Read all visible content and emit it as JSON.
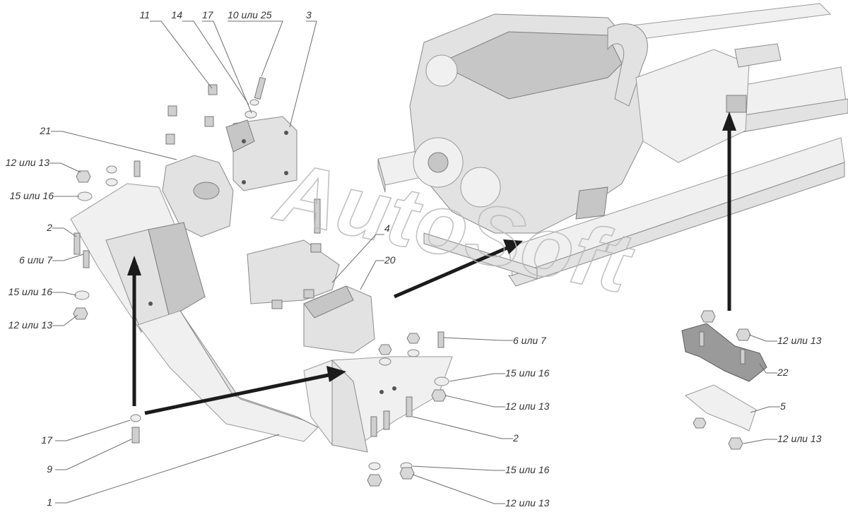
{
  "watermark": "AutoSoft",
  "callouts": [
    {
      "text": "11"
    },
    {
      "text": "14"
    },
    {
      "text": "17"
    },
    {
      "text": "10 или 25"
    },
    {
      "text": "3"
    },
    {
      "text": "21"
    },
    {
      "text": "12 или 13"
    },
    {
      "text": "15 или 16"
    },
    {
      "text": "2"
    },
    {
      "text": "6 или 7"
    },
    {
      "text": "15 или 16"
    },
    {
      "text": "12 или 13"
    },
    {
      "text": "4"
    },
    {
      "text": "20"
    },
    {
      "text": "6 или 7"
    },
    {
      "text": "15 или 16"
    },
    {
      "text": "12 или 13"
    },
    {
      "text": "2"
    },
    {
      "text": "15 или 16"
    },
    {
      "text": "12 или 13"
    },
    {
      "text": "17"
    },
    {
      "text": "9"
    },
    {
      "text": "1"
    },
    {
      "text": "12 или 13"
    },
    {
      "text": "22"
    },
    {
      "text": "5"
    },
    {
      "text": "12 или 13"
    }
  ]
}
